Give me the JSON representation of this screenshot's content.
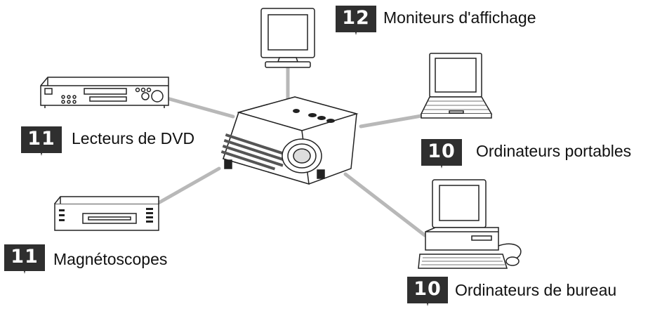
{
  "colors": {
    "connector": "#b8b8b8",
    "badge_fill": "#2f2f2f",
    "device_stroke": "#222222",
    "device_fill": "#ffffff",
    "text": "#111111"
  },
  "center_device": {
    "icon": "projector-icon"
  },
  "devices": [
    {
      "id": "monitors",
      "page": "12",
      "label": "Moniteurs d'affichage",
      "icon": "monitor-icon"
    },
    {
      "id": "dvd",
      "page": "11",
      "label": "Lecteurs de DVD",
      "icon": "dvd-player-icon"
    },
    {
      "id": "laptops",
      "page": "10",
      "label": "Ordinateurs portables",
      "icon": "laptop-icon"
    },
    {
      "id": "vcr",
      "page": "11",
      "label": "Magnétoscopes",
      "icon": "vcr-icon"
    },
    {
      "id": "desktops",
      "page": "10",
      "label": "Ordinateurs de bureau",
      "icon": "desktop-computer-icon"
    }
  ]
}
